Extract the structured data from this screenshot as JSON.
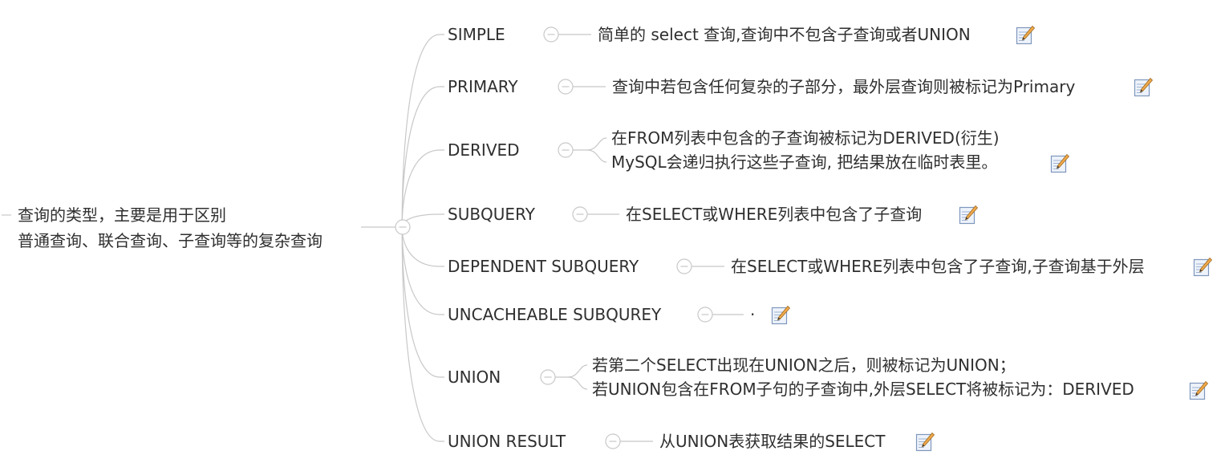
{
  "root": {
    "line1": "查询的类型，主要是用于区别",
    "line2": "普通查询、联合查询、子查询等的复杂查询"
  },
  "nodes": [
    {
      "label": "SIMPLE",
      "desc": [
        "简单的 select 查询,查询中不包含子查询或者UNION"
      ]
    },
    {
      "label": "PRIMARY",
      "desc": [
        "查询中若包含任何复杂的子部分，最外层查询则被标记为Primary"
      ]
    },
    {
      "label": "DERIVED",
      "desc": [
        "在FROM列表中包含的子查询被标记为DERIVED(衍生)",
        "MySQL会递归执行这些子查询, 把结果放在临时表里。"
      ]
    },
    {
      "label": "SUBQUERY",
      "desc": [
        "在SELECT或WHERE列表中包含了子查询"
      ]
    },
    {
      "label": "DEPENDENT SUBQUERY",
      "desc": [
        "在SELECT或WHERE列表中包含了子查询,子查询基于外层"
      ]
    },
    {
      "label": "UNCACHEABLE SUBQUREY",
      "desc": [
        "·"
      ]
    },
    {
      "label": "UNION",
      "desc": [
        "若第二个SELECT出现在UNION之后，则被标记为UNION；",
        "若UNION包含在FROM子句的子查询中,外层SELECT将被标记为：DERIVED"
      ]
    },
    {
      "label": "UNION RESULT",
      "desc": [
        "从UNION表获取结果的SELECT"
      ]
    }
  ],
  "icons": {
    "note": "note-pencil-icon",
    "collapse": "collapse-circle-icon"
  },
  "colors": {
    "line": "#c8c8c8",
    "text": "#2f2f2f"
  }
}
